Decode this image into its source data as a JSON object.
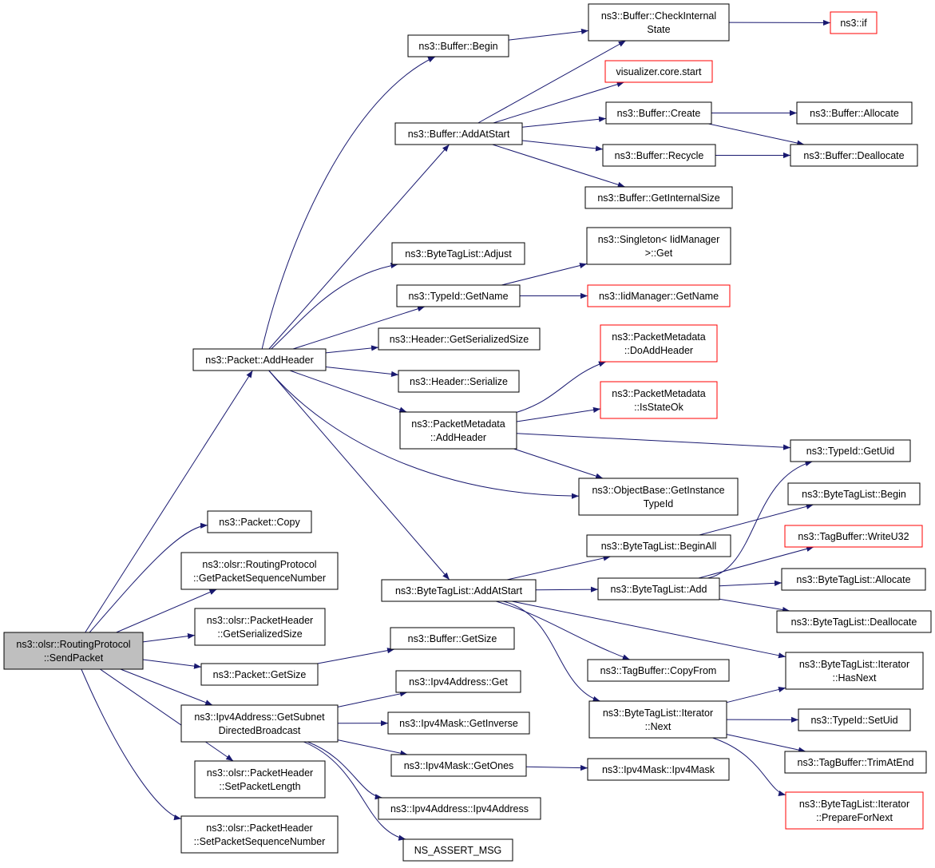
{
  "colors": {
    "edge": "#191970",
    "node_border": "#000000",
    "node_border_truncated": "#ff0000",
    "root_fill": "#bfbfbf",
    "node_fill": "#ffffff"
  },
  "nodes": [
    {
      "id": "send_packet",
      "lines": [
        "ns3::olsr::RoutingProtocol",
        "::SendPacket"
      ],
      "kind": "root"
    },
    {
      "id": "packet_addheader",
      "lines": [
        "ns3::Packet::AddHeader"
      ],
      "kind": "normal"
    },
    {
      "id": "packet_copy",
      "lines": [
        "ns3::Packet::Copy"
      ],
      "kind": "normal"
    },
    {
      "id": "get_pkt_seq",
      "lines": [
        "ns3::olsr::RoutingProtocol",
        "::GetPacketSequenceNumber"
      ],
      "kind": "normal"
    },
    {
      "id": "pkthdr_getser",
      "lines": [
        "ns3::olsr::PacketHeader",
        "::GetSerializedSize"
      ],
      "kind": "normal"
    },
    {
      "id": "packet_getsize",
      "lines": [
        "ns3::Packet::GetSize"
      ],
      "kind": "normal"
    },
    {
      "id": "ipv4_subnet",
      "lines": [
        "ns3::Ipv4Address::GetSubnet",
        "DirectedBroadcast"
      ],
      "kind": "normal"
    },
    {
      "id": "pkthdr_setlen",
      "lines": [
        "ns3::olsr::PacketHeader",
        "::SetPacketLength"
      ],
      "kind": "normal"
    },
    {
      "id": "pkthdr_setseq",
      "lines": [
        "ns3::olsr::PacketHeader",
        "::SetPacketSequenceNumber"
      ],
      "kind": "normal"
    },
    {
      "id": "buffer_begin",
      "lines": [
        "ns3::Buffer::Begin"
      ],
      "kind": "normal"
    },
    {
      "id": "buffer_addatstart",
      "lines": [
        "ns3::Buffer::AddAtStart"
      ],
      "kind": "normal"
    },
    {
      "id": "bytetaglist_adjust",
      "lines": [
        "ns3::ByteTagList::Adjust"
      ],
      "kind": "normal"
    },
    {
      "id": "typeid_getname",
      "lines": [
        "ns3::TypeId::GetName"
      ],
      "kind": "normal"
    },
    {
      "id": "header_getser",
      "lines": [
        "ns3::Header::GetSerializedSize"
      ],
      "kind": "normal"
    },
    {
      "id": "header_serialize",
      "lines": [
        "ns3::Header::Serialize"
      ],
      "kind": "normal"
    },
    {
      "id": "pktmeta_addheader",
      "lines": [
        "ns3::PacketMetadata",
        "::AddHeader"
      ],
      "kind": "normal"
    },
    {
      "id": "bytetaglist_addatstart",
      "lines": [
        "ns3::ByteTagList::AddAtStart"
      ],
      "kind": "normal"
    },
    {
      "id": "buffer_getsize",
      "lines": [
        "ns3::Buffer::GetSize"
      ],
      "kind": "normal"
    },
    {
      "id": "ipv4addr_get",
      "lines": [
        "ns3::Ipv4Address::Get"
      ],
      "kind": "normal"
    },
    {
      "id": "ipv4mask_getinverse",
      "lines": [
        "ns3::Ipv4Mask::GetInverse"
      ],
      "kind": "normal"
    },
    {
      "id": "ipv4mask_getones",
      "lines": [
        "ns3::Ipv4Mask::GetOnes"
      ],
      "kind": "normal"
    },
    {
      "id": "ipv4addr_ctor",
      "lines": [
        "ns3::Ipv4Address::Ipv4Address"
      ],
      "kind": "normal"
    },
    {
      "id": "ns_assert_msg",
      "lines": [
        "NS_ASSERT_MSG"
      ],
      "kind": "normal"
    },
    {
      "id": "buffer_checkinternal",
      "lines": [
        "ns3::Buffer::CheckInternal",
        "State"
      ],
      "kind": "normal"
    },
    {
      "id": "visualizer_start",
      "lines": [
        "visualizer.core.start"
      ],
      "kind": "truncated"
    },
    {
      "id": "buffer_create",
      "lines": [
        "ns3::Buffer::Create"
      ],
      "kind": "normal"
    },
    {
      "id": "buffer_recycle",
      "lines": [
        "ns3::Buffer::Recycle"
      ],
      "kind": "normal"
    },
    {
      "id": "buffer_getinternalsize",
      "lines": [
        "ns3::Buffer::GetInternalSize"
      ],
      "kind": "normal"
    },
    {
      "id": "singleton_get",
      "lines": [
        "ns3::Singleton< IidManager",
        ">::Get"
      ],
      "kind": "normal"
    },
    {
      "id": "iidmanager_getname",
      "lines": [
        "ns3::IidManager::GetName"
      ],
      "kind": "truncated"
    },
    {
      "id": "pktmeta_doaddheader",
      "lines": [
        "ns3::PacketMetadata",
        "::DoAddHeader"
      ],
      "kind": "truncated"
    },
    {
      "id": "pktmeta_isstateok",
      "lines": [
        "ns3::PacketMetadata",
        "::IsStateOk"
      ],
      "kind": "truncated"
    },
    {
      "id": "objectbase_getinstance",
      "lines": [
        "ns3::ObjectBase::GetInstance",
        "TypeId"
      ],
      "kind": "normal"
    },
    {
      "id": "bytetaglist_beginall",
      "lines": [
        "ns3::ByteTagList::BeginAll"
      ],
      "kind": "normal"
    },
    {
      "id": "bytetaglist_add",
      "lines": [
        "ns3::ByteTagList::Add"
      ],
      "kind": "normal"
    },
    {
      "id": "tagbuffer_copyfrom",
      "lines": [
        "ns3::TagBuffer::CopyFrom"
      ],
      "kind": "normal"
    },
    {
      "id": "iterator_next",
      "lines": [
        "ns3::ByteTagList::Iterator",
        "::Next"
      ],
      "kind": "normal"
    },
    {
      "id": "ipv4mask_ctor",
      "lines": [
        "ns3::Ipv4Mask::Ipv4Mask"
      ],
      "kind": "normal"
    },
    {
      "id": "ns3_if",
      "lines": [
        "ns3::if"
      ],
      "kind": "truncated"
    },
    {
      "id": "buffer_allocate",
      "lines": [
        "ns3::Buffer::Allocate"
      ],
      "kind": "normal"
    },
    {
      "id": "buffer_deallocate",
      "lines": [
        "ns3::Buffer::Deallocate"
      ],
      "kind": "normal"
    },
    {
      "id": "typeid_getuid",
      "lines": [
        "ns3::TypeId::GetUid"
      ],
      "kind": "normal"
    },
    {
      "id": "bytetaglist_begin",
      "lines": [
        "ns3::ByteTagList::Begin"
      ],
      "kind": "normal"
    },
    {
      "id": "tagbuffer_writeu32",
      "lines": [
        "ns3::TagBuffer::WriteU32"
      ],
      "kind": "truncated"
    },
    {
      "id": "bytetaglist_allocate",
      "lines": [
        "ns3::ByteTagList::Allocate"
      ],
      "kind": "normal"
    },
    {
      "id": "bytetaglist_deallocate",
      "lines": [
        "ns3::ByteTagList::Deallocate"
      ],
      "kind": "normal"
    },
    {
      "id": "iterator_hasnext",
      "lines": [
        "ns3::ByteTagList::Iterator",
        "::HasNext"
      ],
      "kind": "normal"
    },
    {
      "id": "typeid_setuid",
      "lines": [
        "ns3::TypeId::SetUid"
      ],
      "kind": "normal"
    },
    {
      "id": "tagbuffer_trimatend",
      "lines": [
        "ns3::TagBuffer::TrimAtEnd"
      ],
      "kind": "normal"
    },
    {
      "id": "iterator_prepare",
      "lines": [
        "ns3::ByteTagList::Iterator",
        "::PrepareForNext"
      ],
      "kind": "truncated"
    }
  ],
  "edges": [
    [
      "send_packet",
      "packet_addheader"
    ],
    [
      "send_packet",
      "packet_copy"
    ],
    [
      "send_packet",
      "get_pkt_seq"
    ],
    [
      "send_packet",
      "pkthdr_getser"
    ],
    [
      "send_packet",
      "packet_getsize"
    ],
    [
      "send_packet",
      "ipv4_subnet"
    ],
    [
      "send_packet",
      "pkthdr_setlen"
    ],
    [
      "send_packet",
      "pkthdr_setseq"
    ],
    [
      "packet_addheader",
      "buffer_begin"
    ],
    [
      "packet_addheader",
      "buffer_addatstart"
    ],
    [
      "packet_addheader",
      "bytetaglist_adjust"
    ],
    [
      "packet_addheader",
      "typeid_getname"
    ],
    [
      "packet_addheader",
      "header_getser"
    ],
    [
      "packet_addheader",
      "header_serialize"
    ],
    [
      "packet_addheader",
      "pktmeta_addheader"
    ],
    [
      "packet_addheader",
      "objectbase_getinstance"
    ],
    [
      "packet_addheader",
      "bytetaglist_addatstart"
    ],
    [
      "packet_getsize",
      "buffer_getsize"
    ],
    [
      "ipv4_subnet",
      "ipv4addr_get"
    ],
    [
      "ipv4_subnet",
      "ipv4mask_getinverse"
    ],
    [
      "ipv4_subnet",
      "ipv4mask_getones"
    ],
    [
      "ipv4_subnet",
      "ipv4addr_ctor"
    ],
    [
      "ipv4_subnet",
      "ns_assert_msg"
    ],
    [
      "ipv4mask_getones",
      "ipv4mask_ctor"
    ],
    [
      "buffer_begin",
      "buffer_checkinternal"
    ],
    [
      "buffer_addatstart",
      "buffer_checkinternal"
    ],
    [
      "buffer_addatstart",
      "visualizer_start"
    ],
    [
      "buffer_addatstart",
      "buffer_create"
    ],
    [
      "buffer_addatstart",
      "buffer_recycle"
    ],
    [
      "buffer_addatstart",
      "buffer_getinternalsize"
    ],
    [
      "buffer_checkinternal",
      "ns3_if"
    ],
    [
      "buffer_create",
      "buffer_allocate"
    ],
    [
      "buffer_create",
      "buffer_deallocate"
    ],
    [
      "buffer_recycle",
      "buffer_deallocate"
    ],
    [
      "typeid_getname",
      "singleton_get"
    ],
    [
      "typeid_getname",
      "iidmanager_getname"
    ],
    [
      "pktmeta_addheader",
      "pktmeta_doaddheader"
    ],
    [
      "pktmeta_addheader",
      "pktmeta_isstateok"
    ],
    [
      "pktmeta_addheader",
      "typeid_getuid"
    ],
    [
      "pktmeta_addheader",
      "objectbase_getinstance"
    ],
    [
      "bytetaglist_addatstart",
      "bytetaglist_beginall"
    ],
    [
      "bytetaglist_addatstart",
      "bytetaglist_add"
    ],
    [
      "bytetaglist_addatstart",
      "tagbuffer_copyfrom"
    ],
    [
      "bytetaglist_addatstart",
      "iterator_next"
    ],
    [
      "bytetaglist_addatstart",
      "iterator_hasnext"
    ],
    [
      "bytetaglist_beginall",
      "bytetaglist_begin"
    ],
    [
      "bytetaglist_add",
      "typeid_getuid"
    ],
    [
      "bytetaglist_add",
      "tagbuffer_writeu32"
    ],
    [
      "bytetaglist_add",
      "bytetaglist_allocate"
    ],
    [
      "bytetaglist_add",
      "bytetaglist_deallocate"
    ],
    [
      "iterator_next",
      "iterator_hasnext"
    ],
    [
      "iterator_next",
      "typeid_setuid"
    ],
    [
      "iterator_next",
      "tagbuffer_trimatend"
    ],
    [
      "iterator_next",
      "iterator_prepare"
    ]
  ]
}
